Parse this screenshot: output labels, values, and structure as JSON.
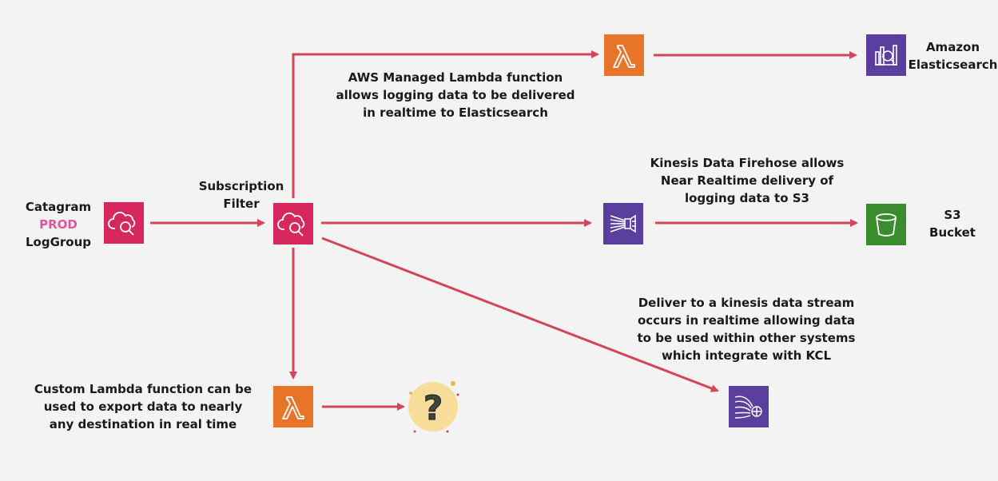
{
  "colors": {
    "arrow": "#d4455a",
    "cloudwatch": "#d6285f",
    "lambda": "#e8742a",
    "kinesis": "#5b3f9e",
    "elasticsearch": "#5b3f9e",
    "s3": "#3b8c2e",
    "question_bg": "#f8dc9a",
    "prod_text": "#e0569a"
  },
  "nodes": {
    "loggroup": {
      "icon": "cloudwatch-logs-icon",
      "label_lines": [
        "Catagram",
        "PROD",
        "LogGroup"
      ]
    },
    "subscription_filter": {
      "icon": "cloudwatch-logs-icon",
      "label_lines": [
        "Subscription",
        "Filter"
      ]
    },
    "managed_lambda": {
      "icon": "lambda-icon"
    },
    "elasticsearch": {
      "icon": "elasticsearch-icon",
      "label_lines": [
        "Amazon",
        "Elasticsearch"
      ]
    },
    "firehose": {
      "icon": "kinesis-firehose-icon"
    },
    "s3": {
      "icon": "s3-bucket-icon",
      "label_lines": [
        "S3",
        "Bucket"
      ]
    },
    "custom_lambda": {
      "icon": "lambda-icon"
    },
    "unknown_destination": {
      "icon": "question-mark-icon",
      "symbol": "?"
    },
    "kinesis_stream": {
      "icon": "kinesis-data-stream-icon"
    }
  },
  "annotations": {
    "managed_lambda": [
      "AWS Managed Lambda function",
      "allows logging data to be delivered",
      "in realtime to Elasticsearch"
    ],
    "firehose": [
      "Kinesis Data Firehose allows",
      "Near Realtime delivery of",
      "logging data to S3"
    ],
    "kinesis_stream": [
      "Deliver to a kinesis data stream",
      "occurs in realtime allowing data",
      "to be used within other systems",
      "which integrate with KCL"
    ],
    "custom_lambda": [
      "Custom Lambda function can be",
      "used to export data to nearly",
      "any destination in real time"
    ]
  }
}
